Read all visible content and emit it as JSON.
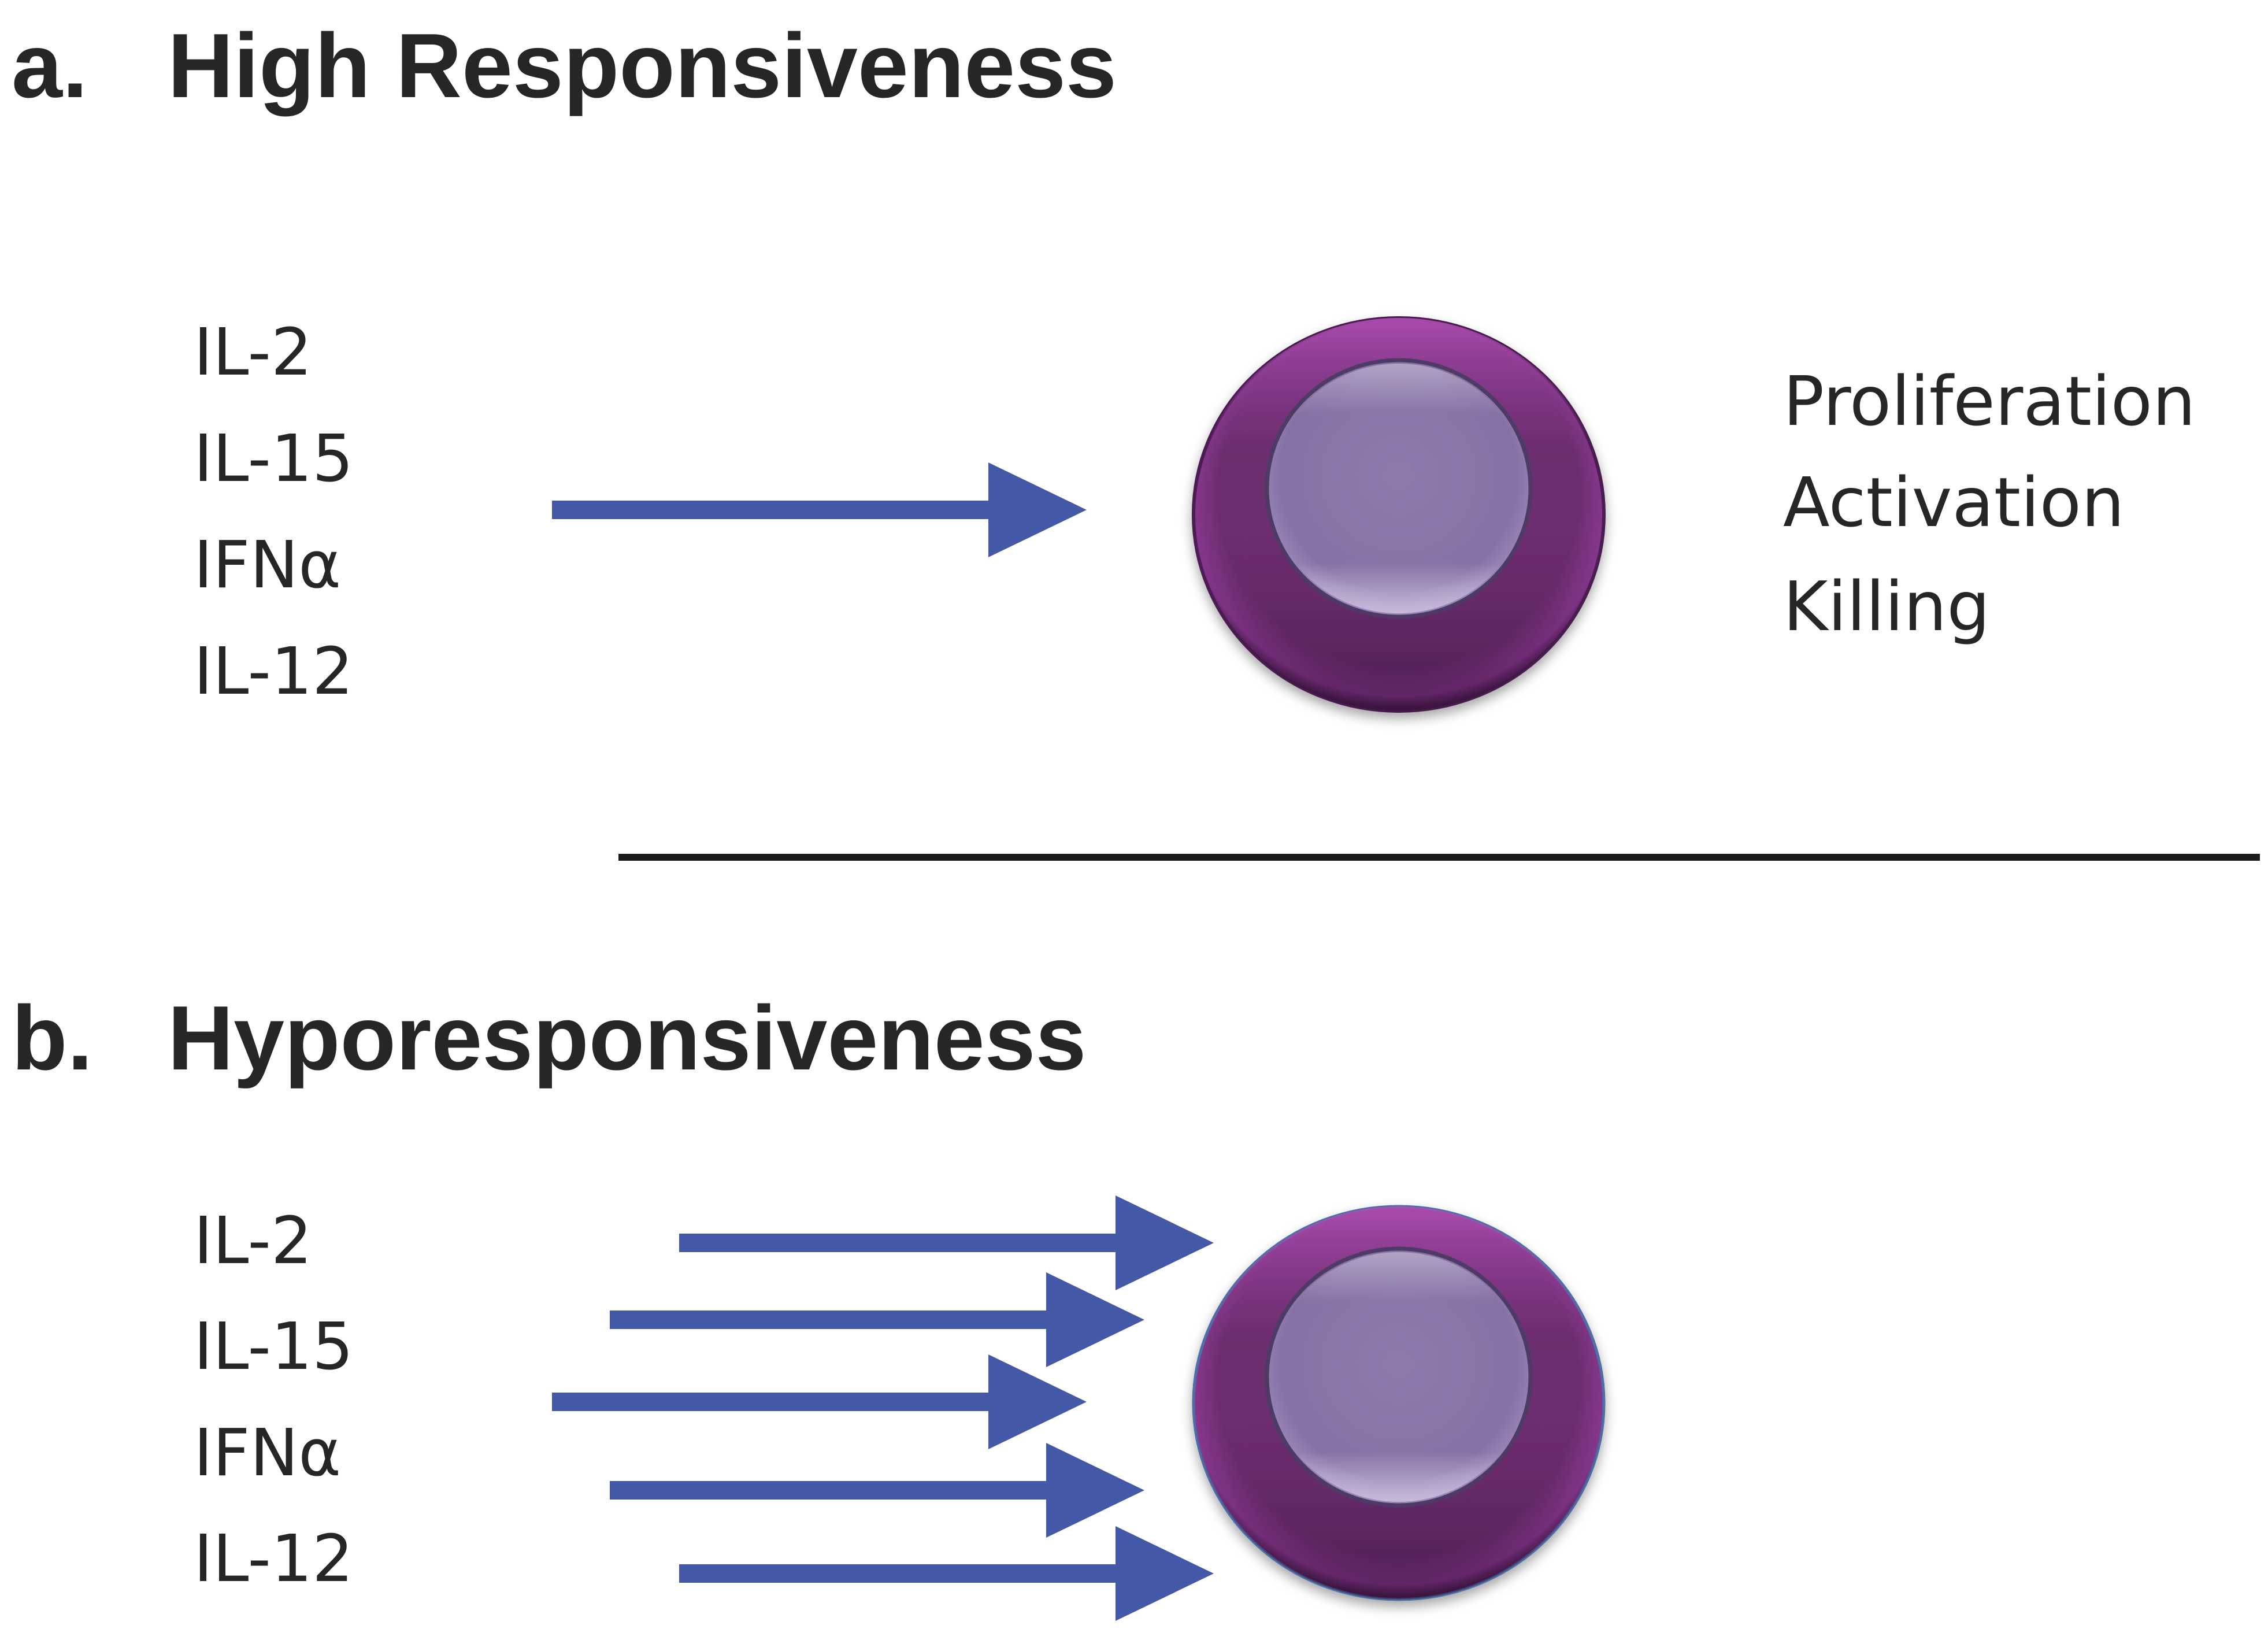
{
  "panel_a": {
    "letter": "a.",
    "title": "High Responsiveness",
    "cytokines": [
      "IL-2",
      "IL-15",
      "IFNα",
      "IL-12"
    ],
    "outcomes": [
      "Proliferation",
      "Activation",
      "Killing"
    ]
  },
  "panel_b": {
    "letter": "b.",
    "title": "Hyporesponsiveness",
    "cytokines": [
      "IL-2",
      "IL-15",
      "IFNα",
      "IL-12"
    ]
  },
  "colors": {
    "arrow": "#4458A8",
    "cell_outer": "#6B2D6E",
    "cell_rim": "#8E3A94",
    "nucleus": "#8A74A8",
    "text": "#262626",
    "divider": "#1a1a1a"
  }
}
